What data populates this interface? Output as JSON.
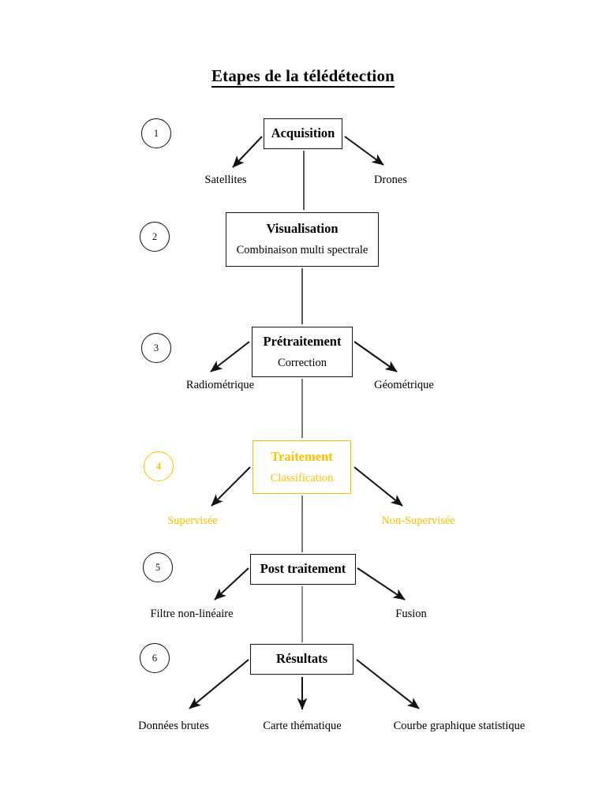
{
  "document": {
    "title": "Etapes de la télédétection",
    "page_background": "#ffffff",
    "accent_color": "#FFC000",
    "ink_color": "#111111"
  },
  "steps": [
    {
      "number": "1",
      "title": "Acquisition",
      "subtitle": "",
      "accent": false,
      "outputs": [
        {
          "label": "Satellites",
          "accent": false
        },
        {
          "label": "Drones",
          "accent": false
        }
      ]
    },
    {
      "number": "2",
      "title": "Visualisation",
      "subtitle": "Combinaison multi spectrale",
      "accent": false,
      "outputs": []
    },
    {
      "number": "3",
      "title": "Prétraitement",
      "subtitle": "Correction",
      "accent": false,
      "outputs": [
        {
          "label": "Radiométrique",
          "accent": false
        },
        {
          "label": "Géométrique",
          "accent": false
        }
      ]
    },
    {
      "number": "4",
      "title": "Traitement",
      "subtitle": "Classification",
      "accent": true,
      "outputs": [
        {
          "label": "Supervisée",
          "accent": true
        },
        {
          "label": "Non-Supervisée",
          "accent": true
        }
      ]
    },
    {
      "number": "5",
      "title": "Post traitement",
      "subtitle": "",
      "accent": false,
      "outputs": [
        {
          "label": "Filtre non-linéaire",
          "accent": false
        },
        {
          "label": "Fusion",
          "accent": false
        }
      ]
    },
    {
      "number": "6",
      "title": "Résultats",
      "subtitle": "",
      "accent": false,
      "outputs": [
        {
          "label": "Données brutes",
          "accent": false
        },
        {
          "label": "Carte thématique",
          "accent": false
        },
        {
          "label": "Courbe graphique statistique",
          "accent": false
        }
      ]
    }
  ]
}
